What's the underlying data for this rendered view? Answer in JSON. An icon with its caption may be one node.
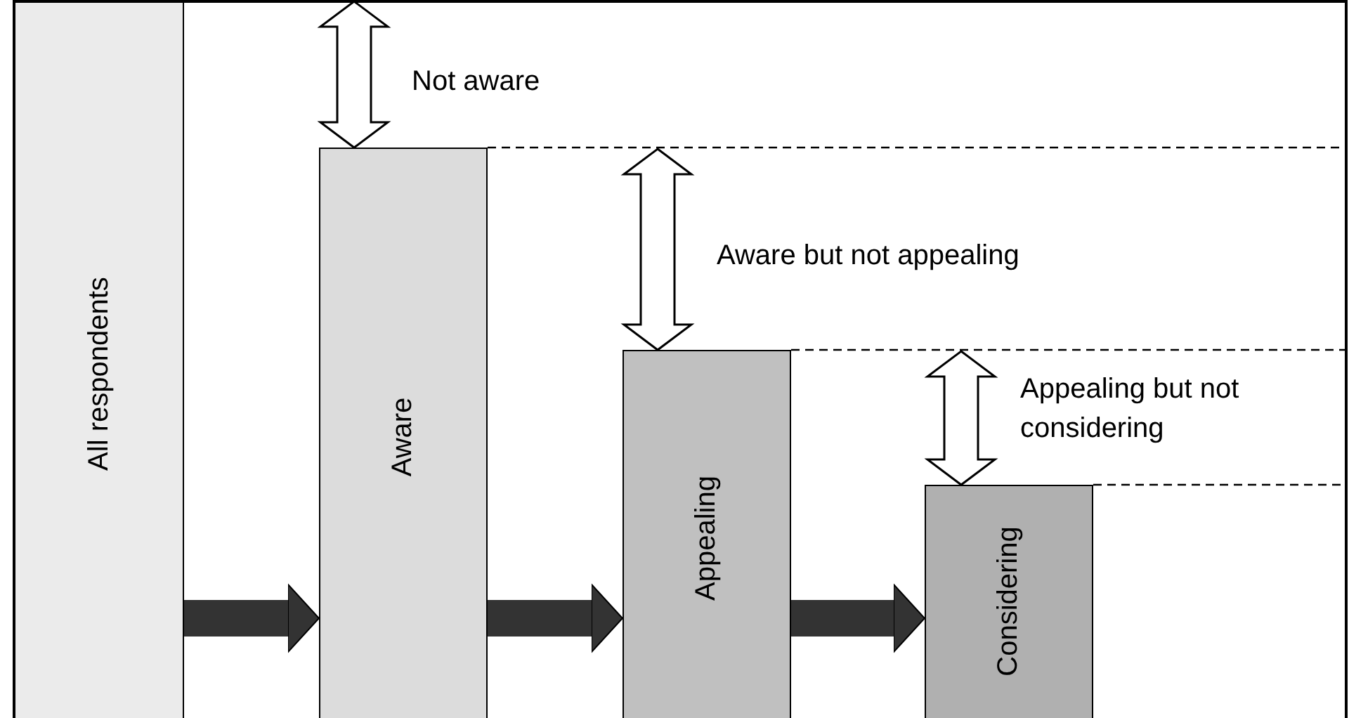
{
  "diagram": {
    "nodes": [
      {
        "text": [
          "All respondents"
        ]
      },
      {
        "text": [
          "Aware"
        ]
      },
      {
        "text": [
          "Appealing"
        ]
      },
      {
        "text": [
          "Considering"
        ]
      }
    ],
    "edges": [
      {
        "from": 0,
        "to": 1,
        "arrow": "to"
      },
      {
        "from": 1,
        "to": 2,
        "arrow": "to"
      },
      {
        "from": 2,
        "to": 3,
        "arrow": "to"
      }
    ],
    "labels": [
      "Not aware",
      "Aware but not appealing",
      "Appealing but not considering"
    ]
  }
}
